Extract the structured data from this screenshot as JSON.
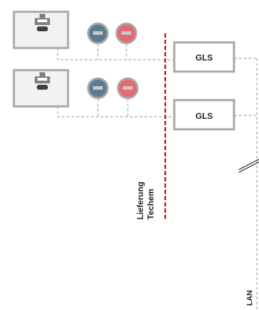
{
  "devices": [
    {
      "box_label": "GLS"
    },
    {
      "box_label": "GLS"
    }
  ],
  "boundary_label": {
    "line1": "Lieferung",
    "line2": "Techem"
  },
  "network_label": "LAN",
  "colors": {
    "device_frame": "#a6a6a6",
    "connector_dash": "#a6a6a6",
    "meter_blue": "#5b7b91",
    "meter_red": "#e46a6f",
    "boundary_red": "#c00000",
    "box_border": "#a6a6a6",
    "text": "#222222"
  },
  "icons": [
    "cabinet-icon",
    "blue-meter-icon",
    "red-meter-icon",
    "break-mark-icon"
  ]
}
